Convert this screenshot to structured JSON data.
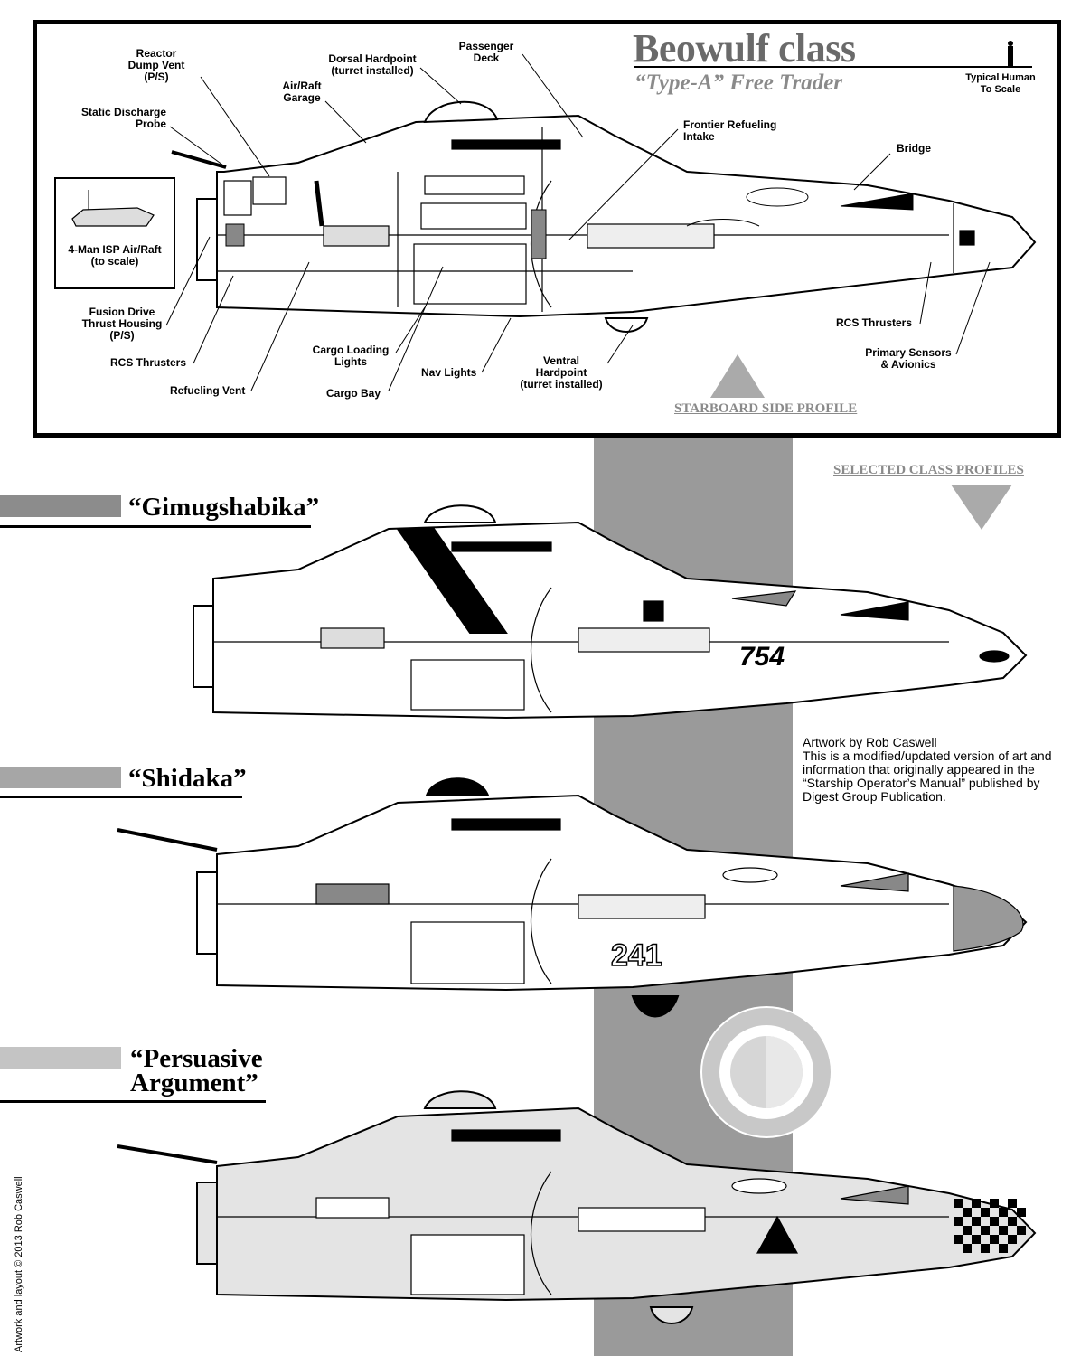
{
  "header": {
    "title": "Beowulf class",
    "subtitle": "“Type-A” Free Trader",
    "scale_label": "Typical Human\nTo Scale",
    "profile_label": "STARBOARD SIDE PROFILE"
  },
  "inset": {
    "label": "4-Man ISP Air/Raft\n(to scale)"
  },
  "callouts": {
    "reactor_dump_vent": "Reactor\nDump Vent\n(P/S)",
    "static_discharge_probe": "Static Discharge\nProbe",
    "air_raft_garage": "Air/Raft\nGarage",
    "dorsal_hardpoint": "Dorsal Hardpoint\n(turret installed)",
    "passenger_deck": "Passenger\nDeck",
    "frontier_refueling_intake": "Frontier Refueling\nIntake",
    "bridge": "Bridge",
    "fusion_drive": "Fusion Drive\nThrust Housing\n(P/S)",
    "rcs_thrusters_aft": "RCS Thrusters",
    "refueling_vent": "Refueling Vent",
    "cargo_loading_lights": "Cargo Loading\nLights",
    "cargo_bay": "Cargo Bay",
    "nav_lights": "Nav Lights",
    "ventral_hardpoint": "Ventral\nHardpoint\n(turret installed)",
    "rcs_thrusters_fore": "RCS Thrusters",
    "primary_sensors": "Primary Sensors\n& Avionics"
  },
  "selected_profiles": {
    "heading": "SELECTED CLASS PROFILES",
    "ships": [
      {
        "name": "“Gimugshabika”",
        "hull_marking": "754",
        "bar_color": "#8c8c8c"
      },
      {
        "name": "“Shidaka”",
        "hull_marking": "241",
        "bar_color": "#a6a6a6"
      },
      {
        "name": "“Persuasive\nArgument”",
        "hull_marking": "",
        "bar_color": "#c4c4c4"
      }
    ]
  },
  "credit": "Artwork by Rob Caswell\nThis is a modified/updated version of art and\ninformation that originally appeared in the\n“Starship Operator’s Manual” published by\nDigest Group Publication.",
  "copyright": "Artwork and layout © 2013 Rob Caswell",
  "colors": {
    "frame": "#000000",
    "title_gray": "#6a6a6a",
    "band_gray": "#9a9a9a",
    "panel_gray": "#d6d6d6"
  }
}
